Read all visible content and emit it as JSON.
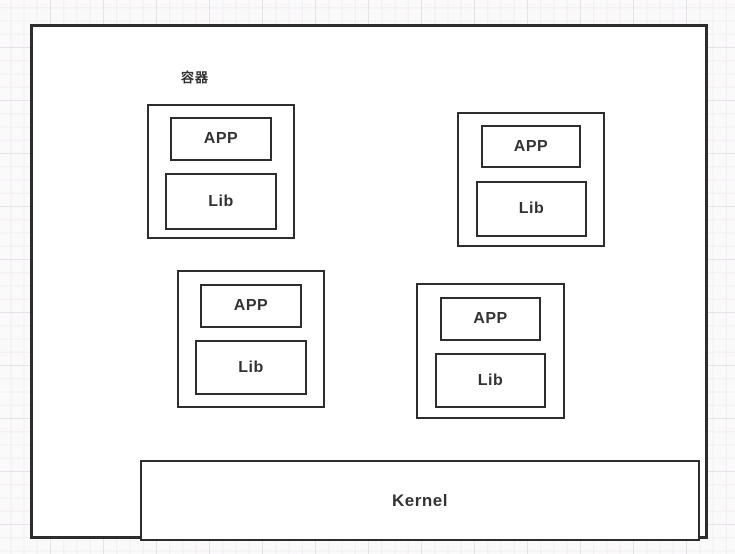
{
  "diagram": {
    "canvas_label": "容器",
    "containers": [
      {
        "position": "top-left",
        "app_label": "APP",
        "lib_label": "Lib"
      },
      {
        "position": "top-right",
        "app_label": "APP",
        "lib_label": "Lib"
      },
      {
        "position": "bottom-left",
        "app_label": "APP",
        "lib_label": "Lib"
      },
      {
        "position": "bottom-right",
        "app_label": "APP",
        "lib_label": "Lib"
      }
    ],
    "kernel_label": "Kernel"
  },
  "colors": {
    "border": "#2d2d2d",
    "text": "#333333",
    "canvas_bg": "#ffffff",
    "page_bg": "#fbfafb",
    "grid_minor": "#f1edf1",
    "grid_major": "#e7e2e7"
  }
}
